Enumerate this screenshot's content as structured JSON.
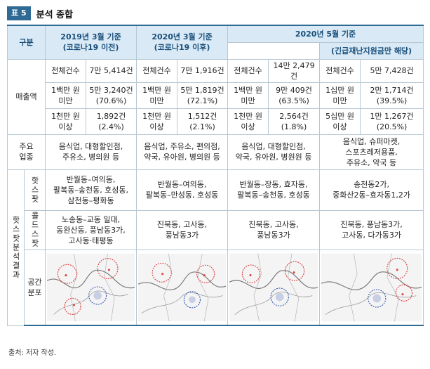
{
  "table_label": "표 5",
  "title": "분석 종합",
  "header": {
    "col0": "구분",
    "p1": "2019년 3월 기준\n(코로나19 이전)",
    "p2": "2020년 3월 기준\n(코로나19 이후)",
    "p3": "2020년 5월 기준",
    "p3_sub": "(긴급재난지원금만 해당)"
  },
  "sales": {
    "label": "매출액",
    "rows": [
      [
        "전체건수",
        "7만 5,414건",
        "전체건수",
        "7만 1,916건",
        "전체건수",
        "14만 2,479건",
        "전체건수",
        "5만 7,428건"
      ],
      [
        "1백만 원\n미만",
        "5만 3,240건\n(70.6%)",
        "1백만 원\n미만",
        "5만 1,819건\n(72.1%)",
        "1백만 원\n미만",
        "9만 409건\n(63.5%)",
        "1십만 원\n미만",
        "2만 1,714건\n(39.5%)"
      ],
      [
        "1천만 원\n이상",
        "1,892건\n(2.4%)",
        "1천만 원\n이상",
        "1,512건\n(2.1%)",
        "1천만 원\n이상",
        "2,564건\n(1.8%)",
        "5십만 원\n이상",
        "1만 1,267건\n(20.5%)"
      ]
    ]
  },
  "industry": {
    "label": "주요\n업종",
    "cells": [
      "음식업, 대형할인점,\n주유소, 병의원 등",
      "음식업, 주유소, 편의점,\n약국, 유아원, 병의원 등",
      "음식업, 대형할인점,\n약국, 유아원, 병원원 등",
      "음식업, 슈퍼마켓,\n스포츠레저용품,\n주유소, 약국 등"
    ]
  },
  "results": {
    "label": "핫스팟분석결과",
    "hotspot": {
      "label": "핫스팟",
      "cells": [
        "반월동–여의동,\n팔복동–송천동, 호성동,\n삼천동–평화동",
        "반월동–여의동,\n팔복동–만성동, 호성동",
        "반월동–장동, 효자동,\n팔복동–송천동, 호성동",
        "송천동2가,\n중화산2동–효자동1,2가"
      ]
    },
    "coldspot": {
      "label": "콜드스팟",
      "cells": [
        "노송동–교동 일대,\n동완산동, 풍남동3가,\n고사동·태평동",
        "진북동, 고사동,\n풍남동3가",
        "진북동, 고사동,\n풍남동3가",
        "진북동, 풍남동3가,\n고사동, 다가동3가"
      ]
    },
    "spatial": {
      "label": "공간\n분포"
    }
  },
  "source": "출처: 저자 작성.",
  "colors": {
    "accent": "#2e6a94",
    "header_bg": "#d9eaf6",
    "border": "#b7c7d3",
    "hot": "#d94545",
    "cold": "#3b5fb0"
  }
}
